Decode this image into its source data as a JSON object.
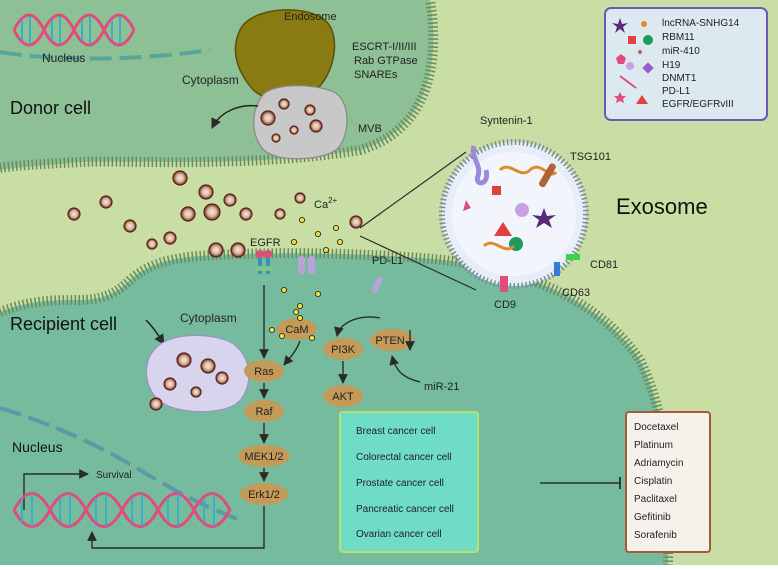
{
  "labels": {
    "endosome": "Endosome",
    "escrt": "ESCRT-I/II/III",
    "rab": "Rab GTPase",
    "snares": "SNAREs",
    "nucleus_top": "Nucleus",
    "cytoplasm_top": "Cytoplasm",
    "mvb": "MVB",
    "donor_cell": "Donor cell",
    "ca_base": "Ca",
    "ca_sup": "2+",
    "egfr": "EGFR",
    "pdl1": "PD-L1",
    "recipient_cell": "Recipient cell",
    "cytoplasm_bottom": "Cytoplasm",
    "cam": "CaM",
    "pi3k": "PI3K",
    "pten": "PTEN",
    "ras": "Ras",
    "raf": "Raf",
    "akt": "AKT",
    "mir21": "miR-21",
    "mek": "MEK1/2",
    "erk": "Erk1/2",
    "nucleus_bottom": "Nucleus",
    "survival": "Survival",
    "syntenin": "Syntenin-1",
    "tsg101": "TSG101",
    "exosome": "Exosome",
    "cd81": "CD81",
    "cd63": "CD63",
    "cd9": "CD9"
  },
  "legend": {
    "items": [
      "lncRNA-SNHG14",
      "RBM11",
      "miR-410",
      "H19",
      "DNMT1",
      "PD-L1",
      "EGFR/EGFRvIII"
    ]
  },
  "cancer_cells": {
    "items": [
      "Breast cancer cell",
      "Colorectal cancer cell",
      "Prostate cancer cell",
      "Pancreatic cancer cell",
      "Ovarian cancer cell"
    ]
  },
  "drugs": {
    "items": [
      "Docetaxel",
      "Platinum",
      "Adriamycin",
      "Cisplatin",
      "Paclitaxel",
      "Gefitinib",
      "Sorafenib"
    ]
  },
  "colors": {
    "background": "#c8dea4",
    "donor_cell": "#8dc095",
    "recipient_cell": "#76bb9d",
    "membrane": "#6a8a5a",
    "node": "#c39a58",
    "endosome": "#8a7a12",
    "mvb": "#c8c8c8",
    "vesicle": "#7a3b2c",
    "cancer_box": "#6fdcc7",
    "drug_border": "#a7583d",
    "legend_border": "#6c5ab0"
  }
}
